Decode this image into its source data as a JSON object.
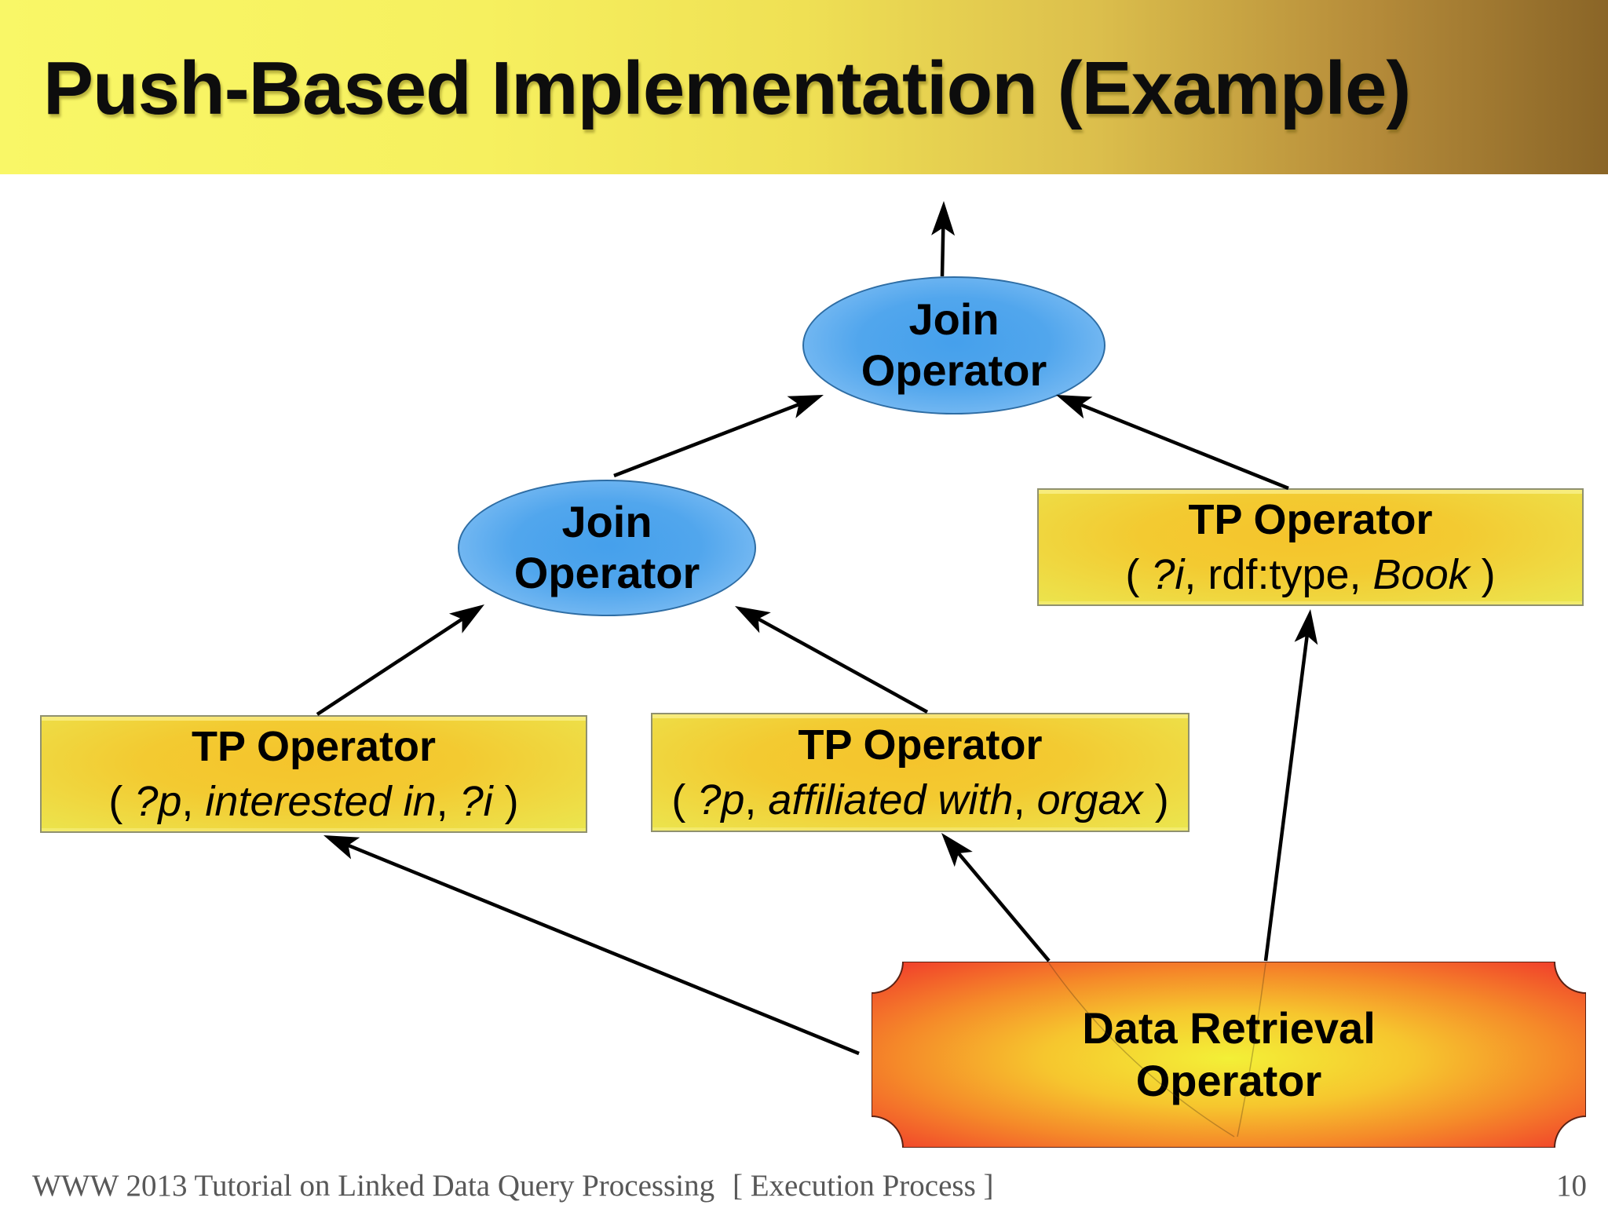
{
  "slide": {
    "title": "Push-Based Implementation (Example)"
  },
  "nodes": {
    "join_top": {
      "label_line1": "Join",
      "label_line2": "Operator"
    },
    "join_mid": {
      "label_line1": "Join",
      "label_line2": "Operator"
    },
    "tp_left": {
      "title": "TP Operator",
      "triple_segments": [
        {
          "text": "( ",
          "italic": false
        },
        {
          "text": "?p",
          "italic": true
        },
        {
          "text": ", ",
          "italic": false
        },
        {
          "text": "interested in",
          "italic": true
        },
        {
          "text": ", ",
          "italic": false
        },
        {
          "text": "?i",
          "italic": true
        },
        {
          "text": " )",
          "italic": false
        }
      ]
    },
    "tp_mid": {
      "title": "TP Operator",
      "triple_segments": [
        {
          "text": "( ",
          "italic": false
        },
        {
          "text": "?p",
          "italic": true
        },
        {
          "text": ", ",
          "italic": false
        },
        {
          "text": "affiliated with",
          "italic": true
        },
        {
          "text": ", ",
          "italic": false
        },
        {
          "text": "orgax",
          "italic": true
        },
        {
          "text": " )",
          "italic": false
        }
      ]
    },
    "tp_right": {
      "title": "TP Operator",
      "triple_segments": [
        {
          "text": "( ",
          "italic": false
        },
        {
          "text": "?i",
          "italic": true
        },
        {
          "text": ", ",
          "italic": false
        },
        {
          "text": "rdf:type",
          "italic": false
        },
        {
          "text": ", ",
          "italic": false
        },
        {
          "text": "Book",
          "italic": true
        },
        {
          "text": " )",
          "italic": false
        }
      ]
    },
    "data_retrieval": {
      "label_line1": "Data Retrieval",
      "label_line2": "Operator"
    }
  },
  "connections": [
    {
      "from": "join-operator-top",
      "to": "output-above"
    },
    {
      "from": "join-operator-mid",
      "to": "join-operator-top"
    },
    {
      "from": "tp-operator-right",
      "to": "join-operator-top"
    },
    {
      "from": "tp-operator-left",
      "to": "join-operator-mid"
    },
    {
      "from": "tp-operator-mid",
      "to": "join-operator-mid"
    },
    {
      "from": "data-retrieval-operator",
      "to": "tp-operator-left"
    },
    {
      "from": "data-retrieval-operator",
      "to": "tp-operator-mid"
    },
    {
      "from": "data-retrieval-operator",
      "to": "tp-operator-right"
    }
  ],
  "footer": {
    "left": "WWW 2013 Tutorial on Linked Data Query Processing",
    "center": "[ Execution Process ]",
    "page": "10"
  },
  "colors": {
    "title_gradient_left": "#f9f767",
    "title_gradient_right": "#8a6527",
    "ellipse_fill": "#51a6ed",
    "ellipse_border": "#2e6da4",
    "tp_box_center": "#f5c42c",
    "tp_box_edge": "#eae64f",
    "plaque_center": "#f3f037",
    "plaque_mid": "#f6b52d",
    "plaque_edge": "#f1432b",
    "arrow": "#000000",
    "footer_text": "#585858"
  }
}
